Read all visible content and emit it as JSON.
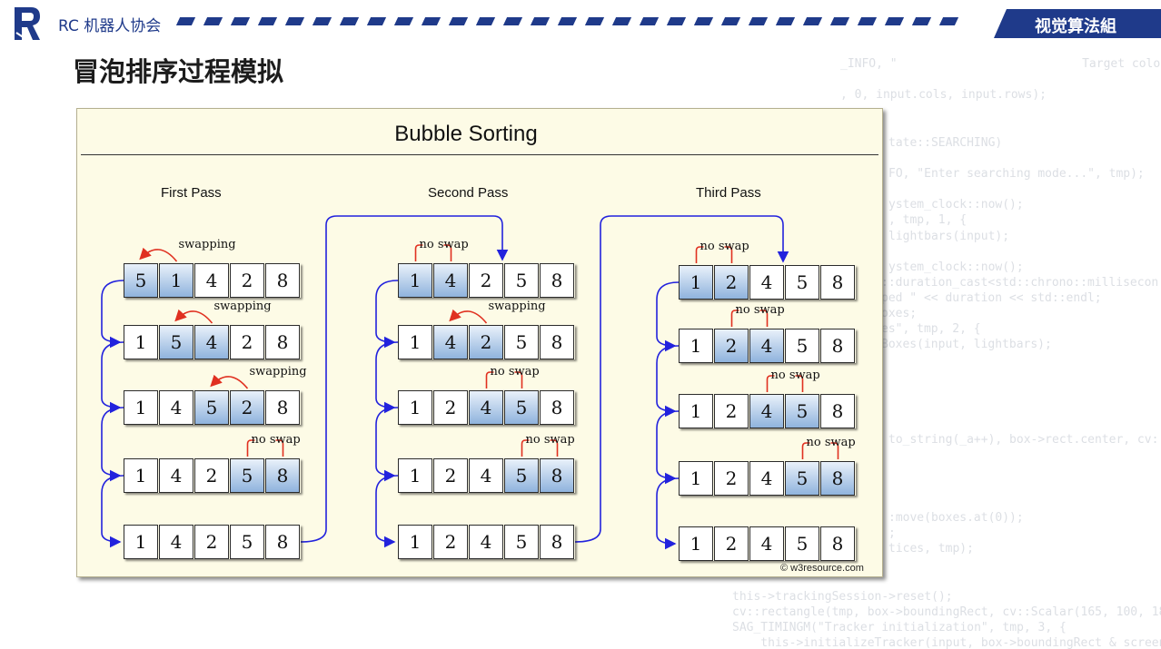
{
  "header": {
    "org_name": "RC 机器人协会",
    "group_label": "视觉算法組",
    "brand_color": "#1f3a8a"
  },
  "page": {
    "title": "冒泡排序过程模拟"
  },
  "background_code": [
    "_INFO, \"                          Target color:",
    ", 0, input.cols, input.rows);",
    "tate::SEARCHING)",
    "FO, \"Enter searching mode...\", tmp);",
    "ystem_clock::now();",
    ", tmp, 1, {",
    "lightbars(input);",
    "ystem_clock::now();",
    "::duration_cast<std::chrono::millisecon",
    "ped \" << duration << std::endl;",
    "oxes;",
    "es\", tmp, 2, {",
    "Boxes(input, lightbars);",
    "to_string(_a++), box->rect.center, cv::",
    ":move(boxes.at(0));",
    ";",
    "tices, tmp);",
    "this->trackingSession->reset();",
    "cv::rectangle(tmp, box->boundingRect, cv::Scalar(165, 100, 18",
    "SAG_TIMINGM(\"Tracker initialization\", tmp, 3, {",
    "    this->initializeTracker(input, box->boundingRect & screen"
  ],
  "figure": {
    "title": "Bubble  Sorting",
    "credit": "w3resource.com",
    "passes": [
      {
        "label": "First  Pass",
        "rows": [
          {
            "values": [
              5,
              1,
              4,
              2,
              8
            ],
            "highlight": [
              0,
              1
            ],
            "note": "swapping",
            "note_type": "swap"
          },
          {
            "values": [
              1,
              5,
              4,
              2,
              8
            ],
            "highlight": [
              1,
              2
            ],
            "note": "swapping",
            "note_type": "swap"
          },
          {
            "values": [
              1,
              4,
              5,
              2,
              8
            ],
            "highlight": [
              2,
              3
            ],
            "note": "swapping",
            "note_type": "swap"
          },
          {
            "values": [
              1,
              4,
              2,
              5,
              8
            ],
            "highlight": [
              3,
              4
            ],
            "note": "no swap",
            "note_type": "noswap"
          },
          {
            "values": [
              1,
              4,
              2,
              5,
              8
            ],
            "highlight": [],
            "note": "",
            "note_type": ""
          }
        ]
      },
      {
        "label": "Second  Pass",
        "rows": [
          {
            "values": [
              1,
              4,
              2,
              5,
              8
            ],
            "highlight": [
              0,
              1
            ],
            "note": "no swap",
            "note_type": "noswap"
          },
          {
            "values": [
              1,
              4,
              2,
              5,
              8
            ],
            "highlight": [
              1,
              2
            ],
            "note": "swapping",
            "note_type": "swap"
          },
          {
            "values": [
              1,
              2,
              4,
              5,
              8
            ],
            "highlight": [
              2,
              3
            ],
            "note": "no swap",
            "note_type": "noswap"
          },
          {
            "values": [
              1,
              2,
              4,
              5,
              8
            ],
            "highlight": [
              3,
              4
            ],
            "note": "no swap",
            "note_type": "noswap"
          },
          {
            "values": [
              1,
              2,
              4,
              5,
              8
            ],
            "highlight": [],
            "note": "",
            "note_type": ""
          }
        ]
      },
      {
        "label": "Third  Pass",
        "rows": [
          {
            "values": [
              1,
              2,
              4,
              5,
              8
            ],
            "highlight": [
              0,
              1
            ],
            "note": "no swap",
            "note_type": "noswap"
          },
          {
            "values": [
              1,
              2,
              4,
              5,
              8
            ],
            "highlight": [
              1,
              2
            ],
            "note": "no swap",
            "note_type": "noswap"
          },
          {
            "values": [
              1,
              2,
              4,
              5,
              8
            ],
            "highlight": [
              2,
              3
            ],
            "note": "no swap",
            "note_type": "noswap"
          },
          {
            "values": [
              1,
              2,
              4,
              5,
              8
            ],
            "highlight": [
              3,
              4
            ],
            "note": "no swap",
            "note_type": "noswap"
          },
          {
            "values": [
              1,
              2,
              4,
              5,
              8
            ],
            "highlight": [],
            "note": "",
            "note_type": ""
          }
        ]
      }
    ],
    "colors": {
      "cell_highlight": "#8fb3dd",
      "flow_arrow": "#2222dd",
      "swap_arrow": "#e03020",
      "panel_bg": "#fdfbe6"
    }
  }
}
